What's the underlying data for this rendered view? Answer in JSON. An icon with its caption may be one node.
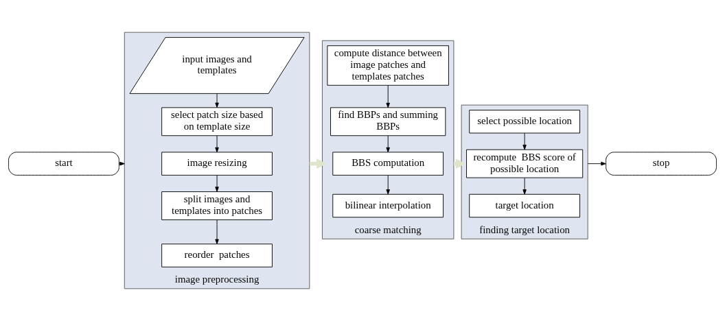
{
  "diagram": {
    "nodes": [
      {
        "text": [
          "start"
        ]
      },
      {
        "text": [
          "image preprocessing"
        ]
      },
      {
        "text": [
          "input images and templates"
        ],
        "in": 1
      },
      {
        "text": [
          "select patch size based on template size"
        ],
        "in": 1
      },
      {
        "text": [
          "image resizing"
        ],
        "in": 1
      },
      {
        "text": [
          "split images and templates into patches"
        ],
        "in": 1
      },
      {
        "text": [
          "reorder  patches"
        ],
        "in": 1
      },
      {
        "text": [
          "coarse matching"
        ]
      },
      {
        "text": [
          "compute distance between image patches and templates patches"
        ],
        "in": 7
      },
      {
        "text": [
          "find BBPs and summing BBPs"
        ],
        "in": 7
      },
      {
        "text": [
          "BBS computation"
        ],
        "in": 7
      },
      {
        "text": [
          "bilinear interpolation"
        ],
        "in": 7
      },
      {
        "text": [
          "finding target location"
        ]
      },
      {
        "text": [
          "select possible location"
        ],
        "in": 12
      },
      {
        "text": [
          "recompute  BBS score of possible location"
        ],
        "in": 12
      },
      {
        "text": [
          "target location"
        ],
        "in": 12
      },
      {
        "text": [
          "stop"
        ]
      }
    ],
    "edges": [
      {
        "from": 0,
        "to": 1,
        "arrow": "to"
      },
      {
        "from": 2,
        "to": 3,
        "arrow": "to"
      },
      {
        "from": 3,
        "to": 4,
        "arrow": "to"
      },
      {
        "from": 4,
        "to": 5,
        "arrow": "to"
      },
      {
        "from": 5,
        "to": 6,
        "arrow": "to"
      },
      {
        "from": 1,
        "to": 7,
        "arrow": "to",
        "style": "thick",
        "color": "#dfe5cc"
      },
      {
        "from": 8,
        "to": 9,
        "arrow": "to"
      },
      {
        "from": 9,
        "to": 10,
        "arrow": "to"
      },
      {
        "from": 10,
        "to": 11,
        "arrow": "to"
      },
      {
        "from": 7,
        "to": 12,
        "arrow": "to",
        "style": "thick",
        "color": "#dfe5cc"
      },
      {
        "from": 13,
        "to": 14,
        "arrow": "to"
      },
      {
        "from": 14,
        "to": 15,
        "arrow": "to"
      },
      {
        "from": 12,
        "to": 16,
        "arrow": "to"
      }
    ]
  }
}
